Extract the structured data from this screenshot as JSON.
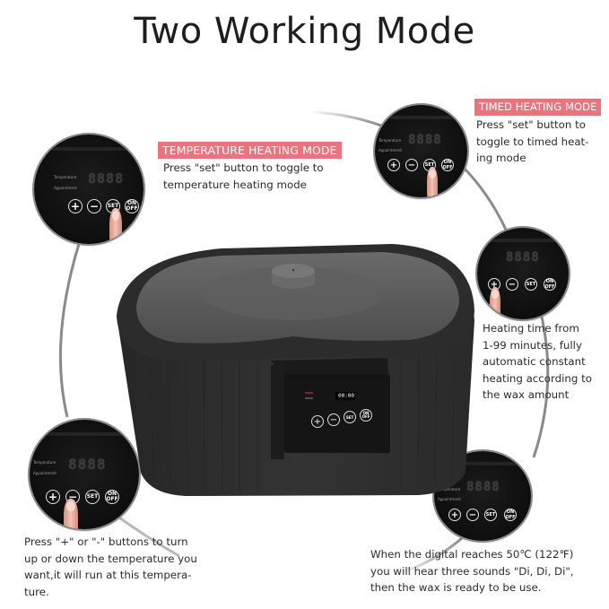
{
  "title": "Two Working Mode",
  "colors": {
    "label_bg": "#e8757e",
    "label_text": "#ffffff",
    "body_text": "#2b2b2b",
    "product_body": "#2f2f2f",
    "product_lid": "#5a5a5a",
    "arc": "#8a8a8a"
  },
  "modes": [
    {
      "label": "TEMPERATURE HEATING MODE",
      "caption_lines": [
        "Press \"set\" button to toggle to",
        "temperature heating mode"
      ]
    },
    {
      "label": "TIMED HEATING MODE",
      "caption_lines": [
        "Press \"set\" button to",
        "toggle to timed heat-",
        "ing mode"
      ]
    }
  ],
  "captions": {
    "timer": [
      "Heating time from",
      "1-99 minutes, fully",
      "automatic constant",
      "heating according to",
      "the wax amount"
    ],
    "plus_minus": [
      "Press \"+\" or \"-\" buttons to turn",
      "up or down the temperature you",
      "want,it will run at this tempera-",
      "ture."
    ],
    "ready": [
      "When the digital reaches 50℃ (122℉)",
      "you will hear three sounds \"Di, Di, Di\",",
      "then the wax is ready to be use."
    ]
  },
  "control_panel": {
    "display": "8888",
    "indicator_labels": [
      "Temperature",
      "Appointment"
    ],
    "buttons": [
      {
        "symbol": "+",
        "icon": "plus-icon"
      },
      {
        "symbol": "−",
        "icon": "minus-icon"
      },
      {
        "symbol": "SET",
        "icon": "set-icon"
      },
      {
        "symbol": "ON OFF",
        "icon": "power-icon"
      }
    ]
  },
  "product": {
    "display": "00:00",
    "buttons": [
      "+",
      "−",
      "SET",
      "ON OFF"
    ]
  },
  "zoom_panels": [
    {
      "id": "temperature-mode",
      "pressed_button": "SET"
    },
    {
      "id": "timed-mode",
      "pressed_button": "SET"
    },
    {
      "id": "timer-adjust",
      "pressed_button": "+"
    },
    {
      "id": "temperature-adjust",
      "pressed_button": "−"
    },
    {
      "id": "ready",
      "pressed_button": ""
    }
  ]
}
